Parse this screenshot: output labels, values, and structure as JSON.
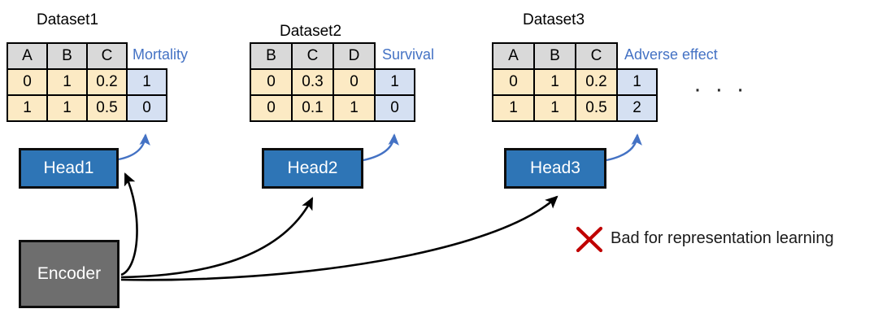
{
  "figure": {
    "caption_note": "Bad for representation learning",
    "ellipsis": "· · ·",
    "colors": {
      "head_box": "#2E75B6",
      "encoder_box": "#6E6E6E",
      "target_label": "#4472C4",
      "feature_cell": "#FCEAC4",
      "target_cell": "#D5E0F2",
      "header_cell": "#D9D9D9",
      "cross_mark": "#C00000",
      "arrow_black": "#000000",
      "arrow_blue": "#4472C4"
    }
  },
  "datasets": [
    {
      "title": "Dataset1",
      "columns": [
        "A",
        "B",
        "C"
      ],
      "target_label": "Mortality",
      "rows": [
        {
          "features": [
            "0",
            "1",
            "0.2"
          ],
          "target": "1"
        },
        {
          "features": [
            "1",
            "1",
            "0.5"
          ],
          "target": "0"
        }
      ],
      "head": {
        "label": "Head1"
      }
    },
    {
      "title": "Dataset2",
      "columns": [
        "B",
        "C",
        "D"
      ],
      "target_label": "Survival",
      "rows": [
        {
          "features": [
            "0",
            "0.3",
            "0"
          ],
          "target": "1"
        },
        {
          "features": [
            "0",
            "0.1",
            "1"
          ],
          "target": "0"
        }
      ],
      "head": {
        "label": "Head2"
      }
    },
    {
      "title": "Dataset3",
      "columns": [
        "A",
        "B",
        "C"
      ],
      "target_label": "Adverse  effect",
      "rows": [
        {
          "features": [
            "0",
            "1",
            "0.2"
          ],
          "target": "1"
        },
        {
          "features": [
            "1",
            "1",
            "0.5"
          ],
          "target": "2"
        }
      ],
      "head": {
        "label": "Head3"
      }
    }
  ],
  "encoder": {
    "label": "Encoder"
  }
}
